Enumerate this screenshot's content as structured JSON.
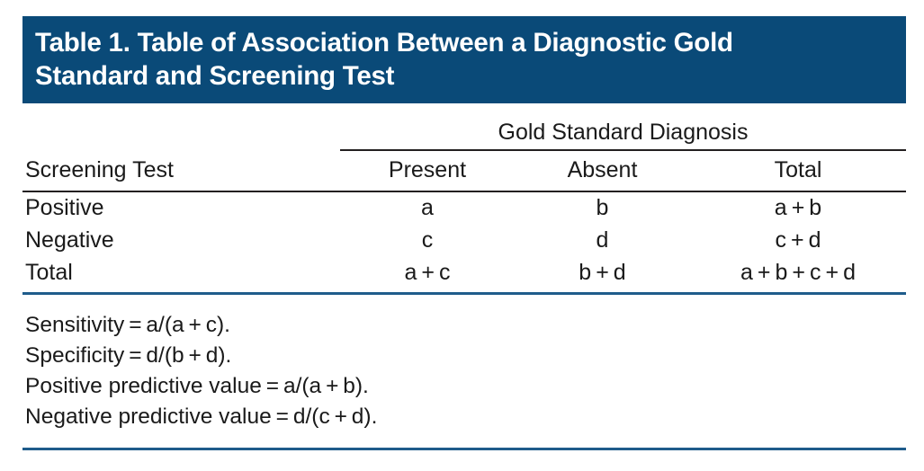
{
  "title": "Table 1. Table of Association Between a Diagnostic Gold\nStandard and Screening Test",
  "colors": {
    "header_background": "#0a4a78",
    "header_text": "#ffffff",
    "rule_black": "#231f20",
    "rule_blue": "#1f5c8b",
    "body_text": "#1a1a1a"
  },
  "table": {
    "spanner": "Gold Standard Diagnosis",
    "stub_header": "Screening Test",
    "columns": [
      "Present",
      "Absent",
      "Total"
    ],
    "rows": [
      {
        "label": "Positive",
        "present": "a",
        "absent": "b",
        "total": "a + b"
      },
      {
        "label": "Negative",
        "present": "c",
        "absent": "d",
        "total": "c + d"
      },
      {
        "label": "Total",
        "present": "a + c",
        "absent": "b + d",
        "total": "a + b + c + d"
      }
    ]
  },
  "footnotes": [
    "Sensitivity = a/(a + c).",
    "Specificity = d/(b + d).",
    "Positive predictive value = a/(a + b).",
    "Negative predictive value = d/(c + d)."
  ]
}
